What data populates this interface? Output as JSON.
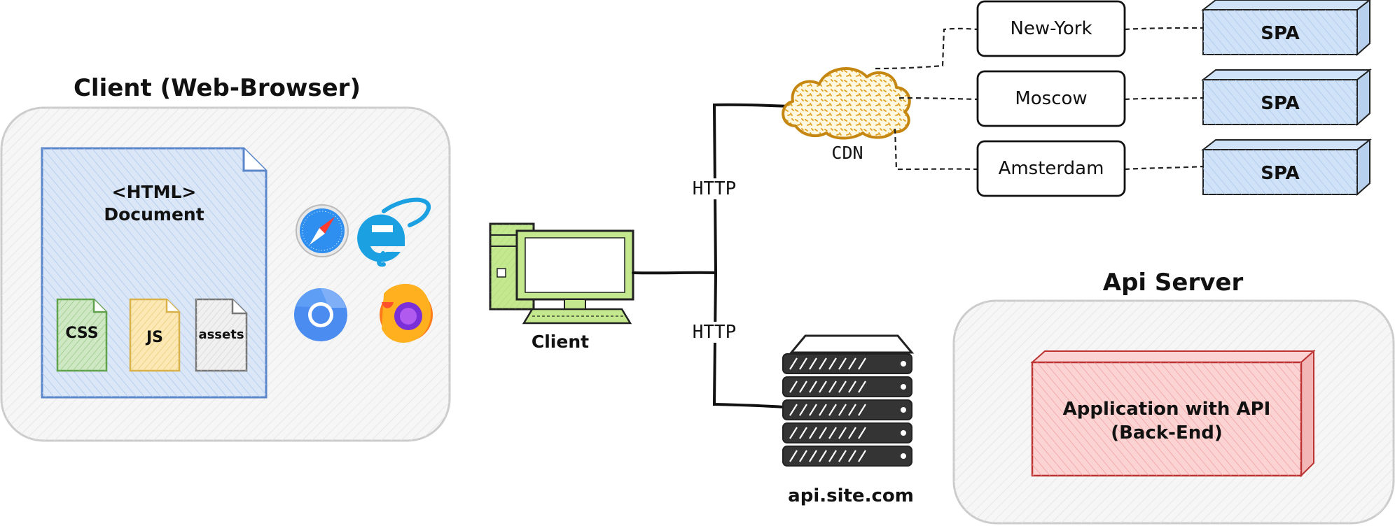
{
  "client_section": {
    "title": "Client (Web-Browser)",
    "document_line1": "<HTML>",
    "document_line2": "Document",
    "files": [
      "CSS",
      "JS",
      "assets"
    ],
    "browser_icons": [
      "safari-icon",
      "internet-explorer-icon",
      "chromium-icon",
      "firefox-icon"
    ]
  },
  "client_computer": {
    "label": "Client",
    "icon": "desktop-computer-icon"
  },
  "connections": {
    "http_top": "HTTP",
    "http_bottom": "HTTP"
  },
  "cdn": {
    "label": "CDN",
    "icon": "cloud-icon"
  },
  "edge_locations": [
    {
      "city": "New-York",
      "target": "SPA"
    },
    {
      "city": "Moscow",
      "target": "SPA"
    },
    {
      "city": "Amsterdam",
      "target": "SPA"
    }
  ],
  "api_host": {
    "label": "api.site.com",
    "icon": "server-rack-icon"
  },
  "api_server": {
    "title": "Api Server",
    "app_line1": "Application with API",
    "app_line2": "(Back-End)"
  },
  "colors": {
    "client_box_fill": "#f4f4f4",
    "document_fill": "#dbe7f7",
    "document_stroke": "#5b86c9",
    "css_fill": "#cfe8c4",
    "css_stroke": "#5fa14b",
    "js_fill": "#fbe8b4",
    "js_stroke": "#d9b14a",
    "assets_fill": "#ececec",
    "computer_fill": "#c3e88d",
    "cloud_fill": "#fff6d6",
    "cloud_stroke": "#c58712",
    "spa_fill": "#cfe2f7",
    "server_fill": "#343434",
    "api_box_fill": "#f4f4f4",
    "app_fill": "#fbd3d3",
    "app_stroke": "#c44040"
  }
}
